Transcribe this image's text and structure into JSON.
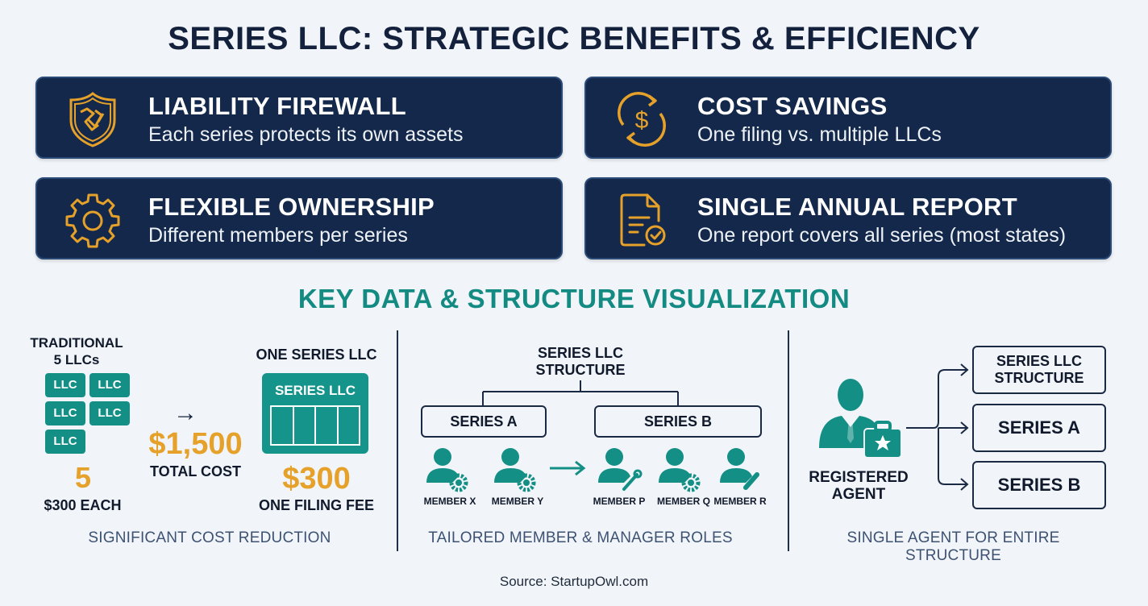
{
  "title": "SERIES LLC: STRATEGIC BENEFITS & EFFICIENCY",
  "benefits": [
    {
      "icon": "shield-icon",
      "title": "LIABILITY FIREWALL",
      "subtitle": "Each series protects its own assets"
    },
    {
      "icon": "dollar-cycle-icon",
      "title": "COST SAVINGS",
      "subtitle": "One filing vs. multiple LLCs"
    },
    {
      "icon": "gear-icon",
      "title": "FLEXIBLE OWNERSHIP",
      "subtitle": "Different members per series"
    },
    {
      "icon": "document-check-icon",
      "title": "SINGLE ANNUAL REPORT",
      "subtitle": "One report covers all series (most states)"
    }
  ],
  "section_title": "KEY DATA & STRUCTURE VISUALIZATION",
  "cost_panel": {
    "traditional_label_1": "TRADITIONAL",
    "traditional_label_2": "5 LLCs",
    "llc_boxes": [
      "LLC",
      "LLC",
      "LLC",
      "LLC",
      "LLC"
    ],
    "count": "5",
    "each": "$300 EACH",
    "total_value": "$1,500",
    "total_label": "TOTAL COST",
    "one_series_label": "ONE SERIES LLC",
    "series_box_label": "SERIES LLC",
    "series_value": "$300",
    "series_fee_label": "ONE FILING FEE",
    "arrow": "→",
    "caption": "SIGNIFICANT COST REDUCTION"
  },
  "structure_panel": {
    "root_line_1": "SERIES LLC",
    "root_line_2": "STRUCTURE",
    "series_a": "SERIES A",
    "series_b": "SERIES B",
    "members": [
      {
        "name": "MEMBER X",
        "badge": "gear"
      },
      {
        "name": "MEMBER Y",
        "badge": "gear"
      },
      {
        "name": "MEMBER P",
        "badge": "wrench"
      },
      {
        "name": "MEMBER Q",
        "badge": "gear"
      },
      {
        "name": "MEMBER R",
        "badge": "pencil"
      }
    ],
    "caption": "TAILORED MEMBER & MANAGER ROLES"
  },
  "agent_panel": {
    "agent_line_1": "REGISTERED",
    "agent_line_2": "AGENT",
    "targets": [
      "SERIES LLC STRUCTURE",
      "SERIES A",
      "SERIES B"
    ],
    "target_0_line_1": "SERIES LLC",
    "target_0_line_2": "STRUCTURE",
    "caption": "SINGLE AGENT FOR ENTIRE STRUCTURE"
  },
  "source": "Source: StartupOwl.com",
  "colors": {
    "navy": "#13284a",
    "gold": "#e5a12a",
    "teal": "#138f85",
    "background": "#f1f5f9"
  }
}
